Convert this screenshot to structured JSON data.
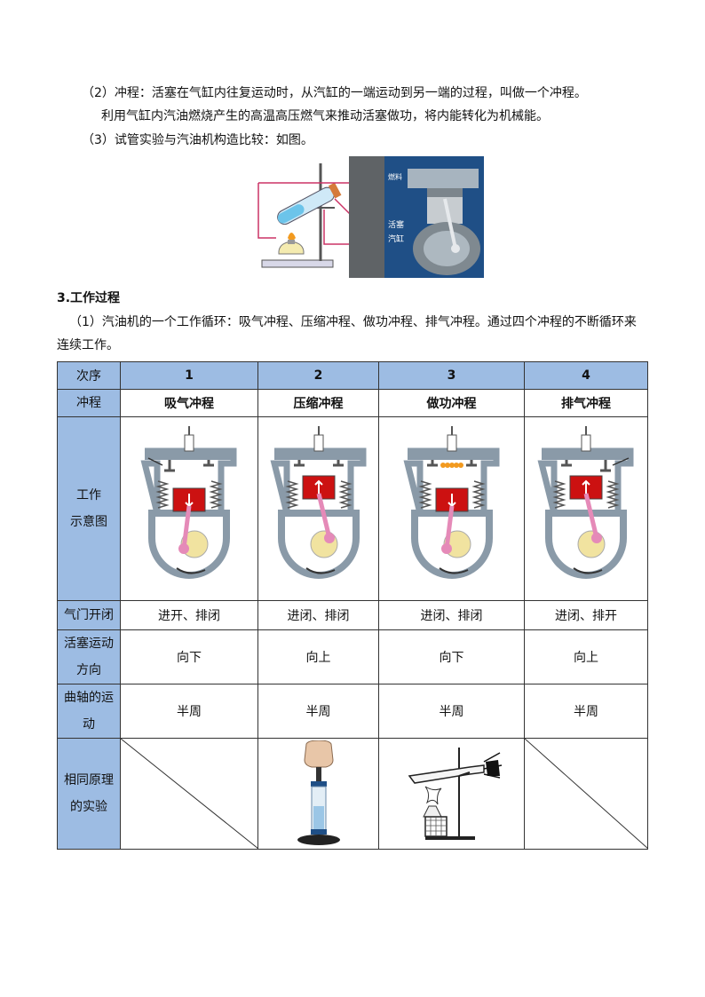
{
  "text": {
    "p2": "（2）冲程：活塞在气缸内往复运动时，从汽缸的一端运动到另一端的过程，叫做一个冲程。",
    "p2b": "利用气缸内汽油燃烧产生的高温高压燃气来推动活塞做功，将内能转化为机械能。",
    "p3": "（3）试管实验与汽油机构造比较：如图。",
    "section": "3.工作过程",
    "p4a": "（1）汽油机的一个工作循环：吸气冲程、压缩冲程、做功冲程、排气冲程。通过四个冲程的不断循环来",
    "p4b": "连续工作。"
  },
  "figure": {
    "label_fuel": "燃料",
    "label_piston": "活塞",
    "label_cylinder": "汽缸"
  },
  "table": {
    "header_label": "次序",
    "orders": [
      "1",
      "2",
      "3",
      "4"
    ],
    "stroke_label": "冲程",
    "strokes": [
      "吸气冲程",
      "压缩冲程",
      "做功冲程",
      "排气冲程"
    ],
    "diagram_label_line1": "工作",
    "diagram_label_line2": "示意图",
    "valve_label": "气门开闭",
    "valves": [
      "进开、排闭",
      "进闭、排闭",
      "进闭、排闭",
      "进闭、排开"
    ],
    "piston_label_line1": "活塞运动",
    "piston_label_line2": "方向",
    "piston": [
      "向下",
      "向上",
      "向下",
      "向上"
    ],
    "crank_label_line1": "曲轴的运",
    "crank_label_line2": "动",
    "crank": [
      "半周",
      "半周",
      "半周",
      "半周"
    ],
    "exp_label_line1": "相同原理",
    "exp_label_line2": "的实验"
  },
  "colors": {
    "header_bg": "#9dbce3",
    "piston_red": "#cc1111",
    "engine_gray": "#8a9aa8",
    "crank_yellow": "#f1e3a0",
    "rod_pink": "#e58ab8",
    "photo_bg": "#1f4f86"
  }
}
